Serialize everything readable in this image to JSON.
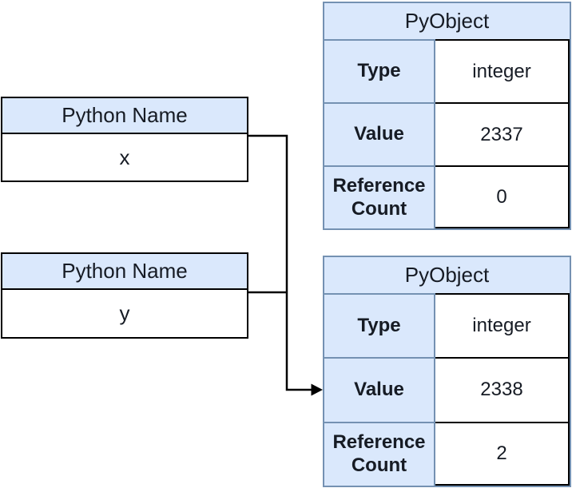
{
  "name_boxes": [
    {
      "title": "Python Name",
      "value": "x"
    },
    {
      "title": "Python Name",
      "value": "y"
    }
  ],
  "pyobjects": [
    {
      "title": "PyObject",
      "rows": [
        {
          "label": "Type",
          "value": "integer"
        },
        {
          "label": "Value",
          "value": "2337"
        },
        {
          "label": "Reference Count",
          "value": "0"
        }
      ]
    },
    {
      "title": "PyObject",
      "rows": [
        {
          "label": "Type",
          "value": "integer"
        },
        {
          "label": "Value",
          "value": "2338"
        },
        {
          "label": "Reference Count",
          "value": "2"
        }
      ]
    }
  ],
  "edges": [
    {
      "from": "x",
      "to": "PyObject with value 2338"
    },
    {
      "from": "y",
      "to": "PyObject with value 2338"
    }
  ],
  "colors": {
    "cell_fill": "#dae8fc",
    "table_border": "#7491b2",
    "box_border": "#000000",
    "connector": "#000000",
    "text": "#161b24",
    "background": "#ffffff"
  }
}
